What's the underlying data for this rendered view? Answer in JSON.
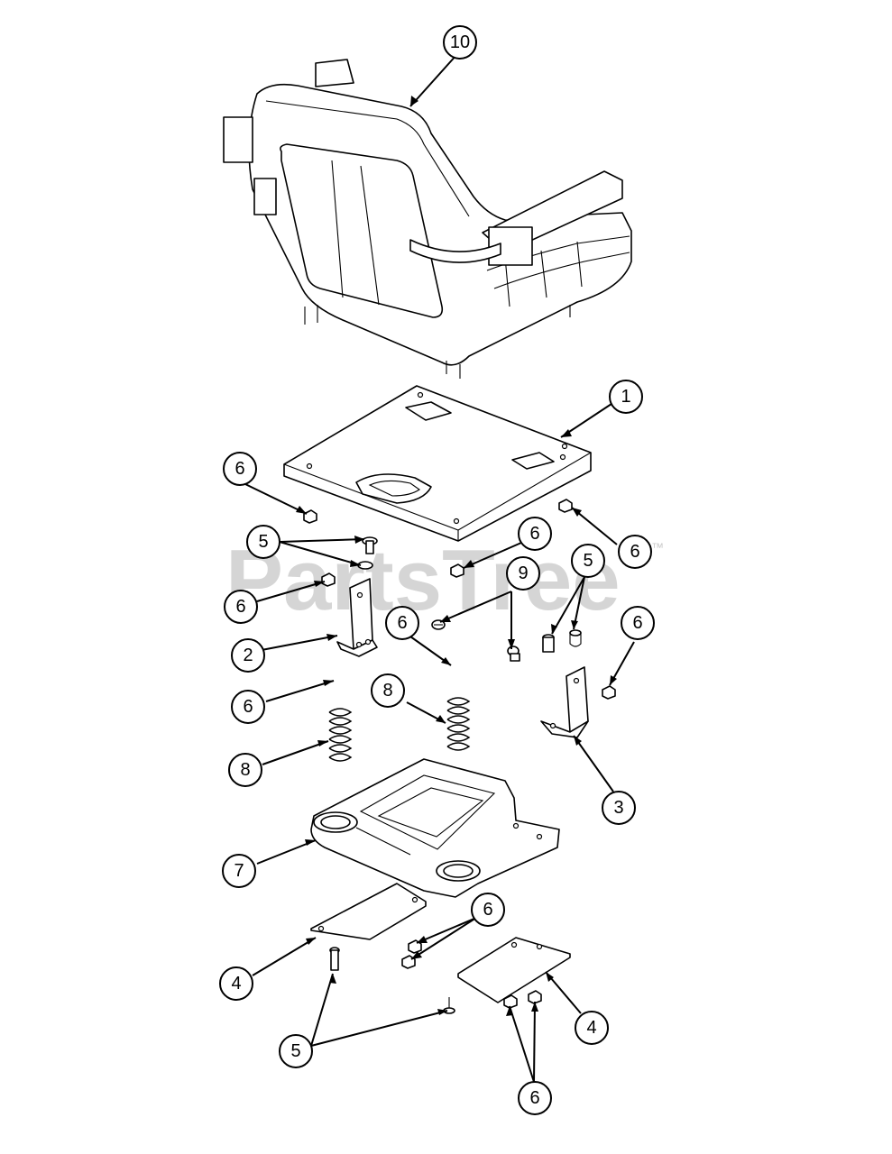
{
  "watermark": {
    "brand": "PartsTree",
    "trademark": "™"
  },
  "callouts": [
    {
      "id": "c10",
      "label": "10"
    },
    {
      "id": "c1",
      "label": "1"
    },
    {
      "id": "c6a",
      "label": "6"
    },
    {
      "id": "c6b",
      "label": "6"
    },
    {
      "id": "c6c",
      "label": "6"
    },
    {
      "id": "c5a",
      "label": "5"
    },
    {
      "id": "c6d",
      "label": "6"
    },
    {
      "id": "c9",
      "label": "9"
    },
    {
      "id": "c5b",
      "label": "5"
    },
    {
      "id": "c6e",
      "label": "6"
    },
    {
      "id": "c2",
      "label": "2"
    },
    {
      "id": "c6f",
      "label": "6"
    },
    {
      "id": "c6g",
      "label": "6"
    },
    {
      "id": "c8a",
      "label": "8"
    },
    {
      "id": "c8b",
      "label": "8"
    },
    {
      "id": "c3",
      "label": "3"
    },
    {
      "id": "c7",
      "label": "7"
    },
    {
      "id": "c6h",
      "label": "6"
    },
    {
      "id": "c4a",
      "label": "4"
    },
    {
      "id": "c4b",
      "label": "4"
    },
    {
      "id": "c5c",
      "label": "5"
    },
    {
      "id": "c6i",
      "label": "6"
    }
  ]
}
